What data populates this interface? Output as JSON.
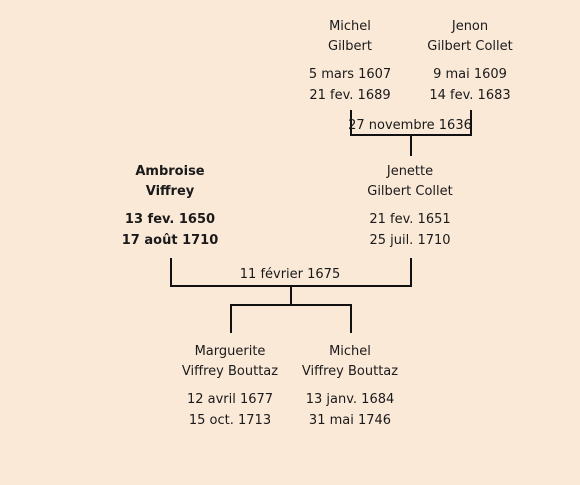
{
  "people": {
    "michel_gilbert": {
      "first": "Michel",
      "last": "Gilbert",
      "birth": "5 mars 1607",
      "death": "21 fev. 1689"
    },
    "jenon": {
      "first": "Jenon",
      "last": "Gilbert Collet",
      "birth": "9 mai 1609",
      "death": "14 fev. 1683"
    },
    "ambroise": {
      "first": "Ambroise",
      "last": "Viffrey",
      "birth": "13 fev. 1650",
      "death": "17 août 1710"
    },
    "jenette": {
      "first": "Jenette",
      "last": "Gilbert Collet",
      "birth": "21 fev. 1651",
      "death": "25 juil. 1710"
    },
    "marguerite": {
      "first": "Marguerite",
      "last": "Viffrey Bouttaz",
      "birth": "12 avril 1677",
      "death": "15 oct. 1713"
    },
    "michel_viffrey": {
      "first": "Michel",
      "last": "Viffrey Bouttaz",
      "birth": "13 janv. 1684",
      "death": "31 mai 1746"
    }
  },
  "marriages": {
    "gilbert_collet": "27 novembre 1636",
    "viffrey_gilbert": "11 février 1675"
  }
}
